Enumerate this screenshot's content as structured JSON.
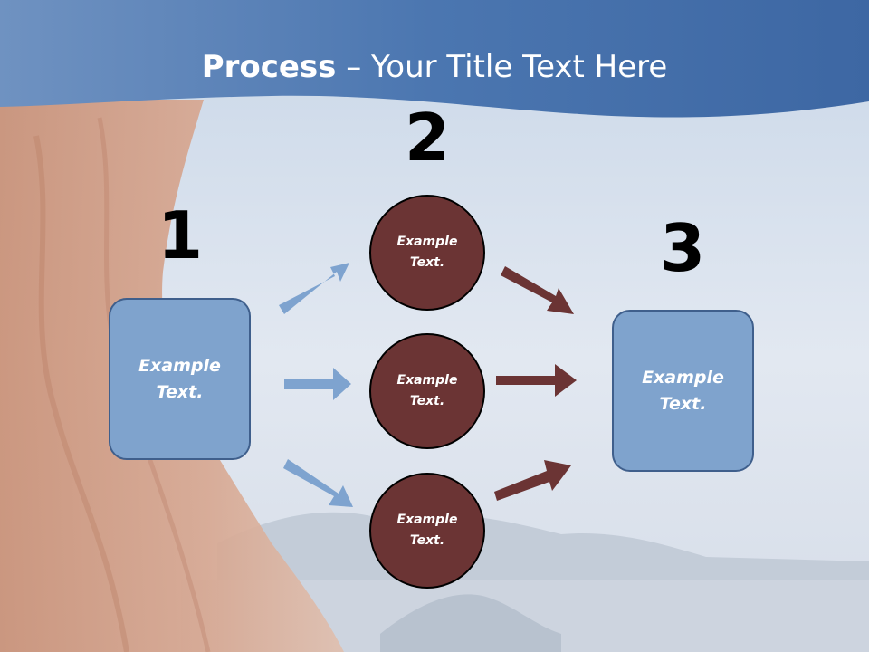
{
  "title": {
    "bold": "Process",
    "rest": " – Your Title Text Here"
  },
  "steps": [
    {
      "number": "1",
      "text": "Example Text."
    },
    {
      "number": "2",
      "items": [
        {
          "text": "Example Text."
        },
        {
          "text": "Example Text."
        },
        {
          "text": "Example Text."
        }
      ]
    },
    {
      "number": "3",
      "text": "Example Text."
    }
  ],
  "colors": {
    "header_band": "#3f6aa6",
    "box_fill": "#7fa3cd",
    "circle_fill": "#6b3434",
    "arrow_blue": "#7ea3cf",
    "arrow_red": "#6b3434"
  }
}
